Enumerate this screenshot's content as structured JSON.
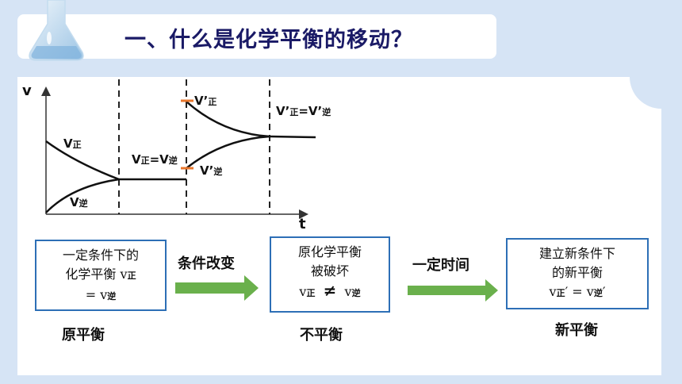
{
  "title": "一、什么是化学平衡的移动？",
  "graph": {
    "y_axis_label": "v",
    "x_axis_label": "t",
    "v_forward": {
      "main": "V",
      "sub": "正"
    },
    "v_reverse": {
      "main": "V",
      "sub": "逆"
    },
    "equal": {
      "a": "V",
      "a_sub": "正",
      "eq": "=V",
      "b_sub": "逆"
    },
    "v_forward_prime": {
      "main": "V’",
      "sub": "正"
    },
    "v_reverse_prime": {
      "main": "V’",
      "sub": "逆"
    },
    "equal_prime": {
      "a": "V’",
      "a_sub": "正",
      "eq": "=V’",
      "b_sub": "逆"
    }
  },
  "flow": {
    "box1": {
      "line1": "一定条件下的",
      "line2": "化学平衡 v",
      "line2_sub": "正",
      "line3": "= v",
      "line3_sub": "逆"
    },
    "box1_name": "原平衡",
    "arrow1": "条件改变",
    "box2": {
      "line1": "原化学平衡",
      "line2": "被破坏",
      "line3a": "v",
      "line3a_sub": "正",
      "neq": "≠",
      "line3b": "v",
      "line3b_sub": "逆"
    },
    "box2_name": "不平衡",
    "arrow2": "一定时间",
    "box3": {
      "line1": "建立新条件下",
      "line2": "的新平衡",
      "line3a": "v",
      "line3a_sub": "正",
      "line3a_mark": "′",
      "eq": "=",
      "line3b": "v",
      "line3b_sub": "逆",
      "line3b_mark": "′"
    },
    "box3_name": "新平衡"
  },
  "colors": {
    "background": "#d6e4f5",
    "title": "#1a1a66",
    "box_border": "#2d6fb6",
    "arrow": "#6ab04c",
    "marker": "#e8762c"
  }
}
